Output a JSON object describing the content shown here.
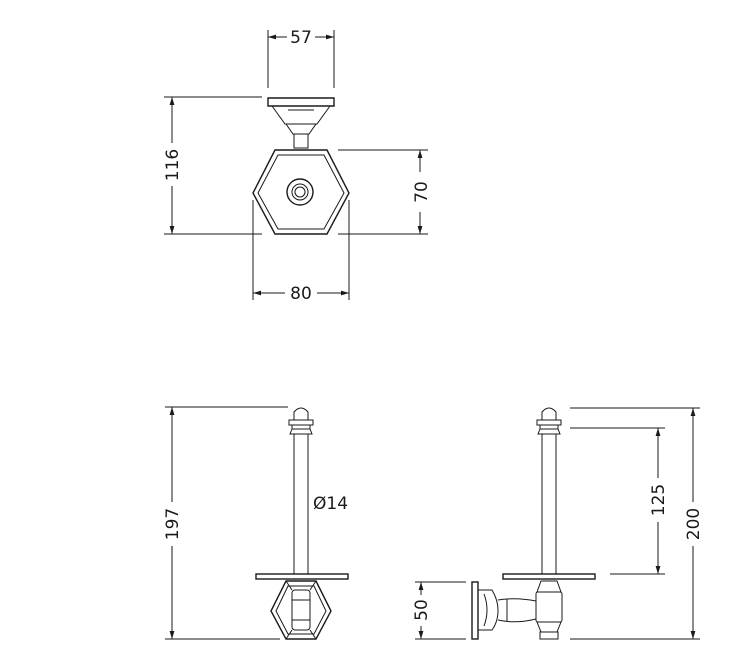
{
  "dimensions": {
    "top_width": "57",
    "total_height_top": "116",
    "hex_height": "70",
    "hex_width": "80",
    "front_height": "197",
    "rod_diameter": "Ø14",
    "side_inner": "125",
    "side_total": "200",
    "side_base": "50"
  },
  "colors": {
    "line": "#1a1a1a",
    "background": "#ffffff"
  }
}
